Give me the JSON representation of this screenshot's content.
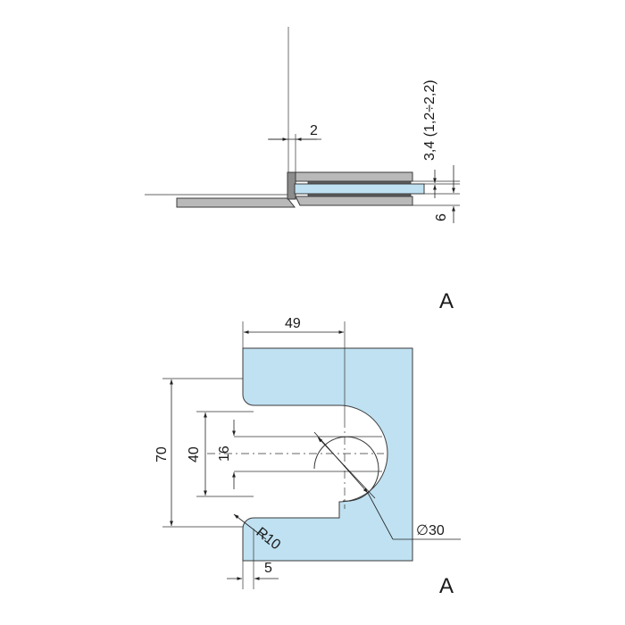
{
  "drawing": {
    "colors": {
      "glass": "#bfe1f2",
      "metal": "#b9b9b9",
      "metal_dark": "#8c8c8c",
      "line": "#222222"
    },
    "side_view": {
      "dim_gap": "2",
      "dim_gasket": "3,4 (1,2÷2,2)",
      "dim_plate": "6"
    },
    "section_label_top": "A",
    "section_label_bottom": "A",
    "front_view": {
      "dim_width": "49",
      "dim_height_outer": "70",
      "dim_height_cutout": "40",
      "dim_height_slot": "16",
      "dim_radius": "R10",
      "dim_offset": "5",
      "dim_hole": "∅30"
    }
  }
}
